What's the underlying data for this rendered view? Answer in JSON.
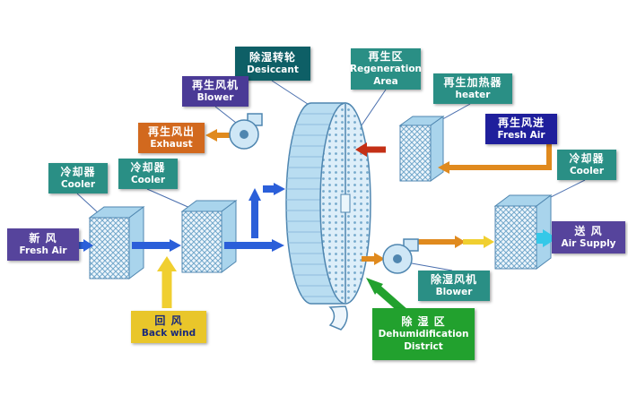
{
  "labels": {
    "desiccant_wheel": {
      "line1": "除湿转轮",
      "line2": "Desiccant",
      "color": "#0e5f66"
    },
    "regeneration_area": {
      "line1": "再生区",
      "line2": "Regeneration Area",
      "color": "#2a8f85"
    },
    "regen_blower": {
      "line1": "再生风机",
      "line2": "Blower",
      "color": "#4a3a96"
    },
    "regen_heater": {
      "line1": "再生加热器",
      "line2": "heater",
      "color": "#2a8f85"
    },
    "regen_exhaust": {
      "line1": "再生风出",
      "line2": "Exhaust",
      "color": "#d2691e"
    },
    "regen_fresh_air": {
      "line1": "再生风进",
      "line2": "Fresh Air",
      "color": "#1f1f9c"
    },
    "cooler_left_1": {
      "line1": "冷却器",
      "line2": "Cooler",
      "color": "#2a8f85"
    },
    "cooler_left_2": {
      "line1": "冷却器",
      "line2": "Cooler",
      "color": "#2a8f85"
    },
    "cooler_right": {
      "line1": "冷却器",
      "line2": "Cooler",
      "color": "#2a8f85"
    },
    "fresh_air": {
      "line1": "新  风",
      "line2": "Fresh Air",
      "color": "#56449c"
    },
    "air_supply": {
      "line1": "送  风",
      "line2": "Air Supply",
      "color": "#56449c"
    },
    "back_wind": {
      "line1": "回  风",
      "line2": "Back wind",
      "color": "#e9c62a",
      "text_color": "#1a2a7a"
    },
    "dehumid_blower": {
      "line1": "除湿风机",
      "line2": "Blower",
      "color": "#2a8f85"
    },
    "dehumid_district": {
      "line1": "除 湿 区",
      "line2": "Dehumidification",
      "line3": "District",
      "color": "#22a12e"
    }
  },
  "arrow_colors": {
    "process_air": "#2b5fd9",
    "regen_air": "#e08a1e",
    "hot_air": "#c43016",
    "supply_air": "#35c8e8",
    "return_air": "#f0cf30",
    "dehumid_pointer": "#22a12e"
  }
}
